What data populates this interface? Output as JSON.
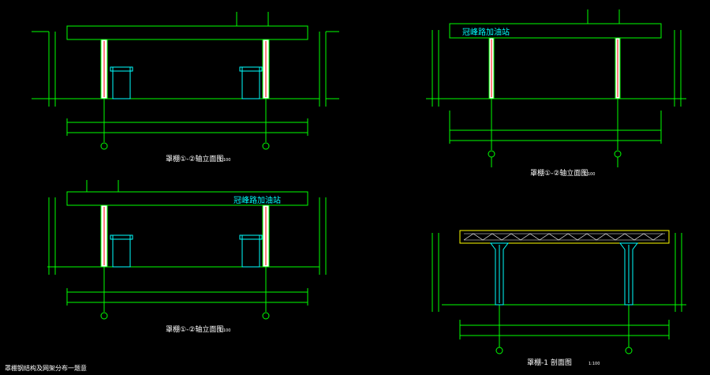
{
  "colors": {
    "background": "#000000",
    "frame": "#00ff00",
    "column_fill": "#ffffff",
    "column_core": "#ff0000",
    "canopy_label": "#00ffff",
    "pump": "#00ffff",
    "truss": "#ffffff",
    "truss_border": "#ffff00",
    "text": "#ffffff"
  },
  "views": [
    {
      "title": "罩棚①-②轴立面图",
      "scale": "1:100",
      "canopy_label": ""
    },
    {
      "title": "罩棚①-②轴立面图",
      "scale": "1:100",
      "canopy_label": "冠峰路加油站"
    },
    {
      "title": "罩棚①-②轴立面图",
      "scale": "1:100",
      "canopy_label": "冠峰路加油站"
    },
    {
      "title": "罩棚-1 剖面图",
      "scale": "1:100",
      "canopy_label": ""
    }
  ],
  "footer_note": "罩棚钢结构及网架分布一题意"
}
